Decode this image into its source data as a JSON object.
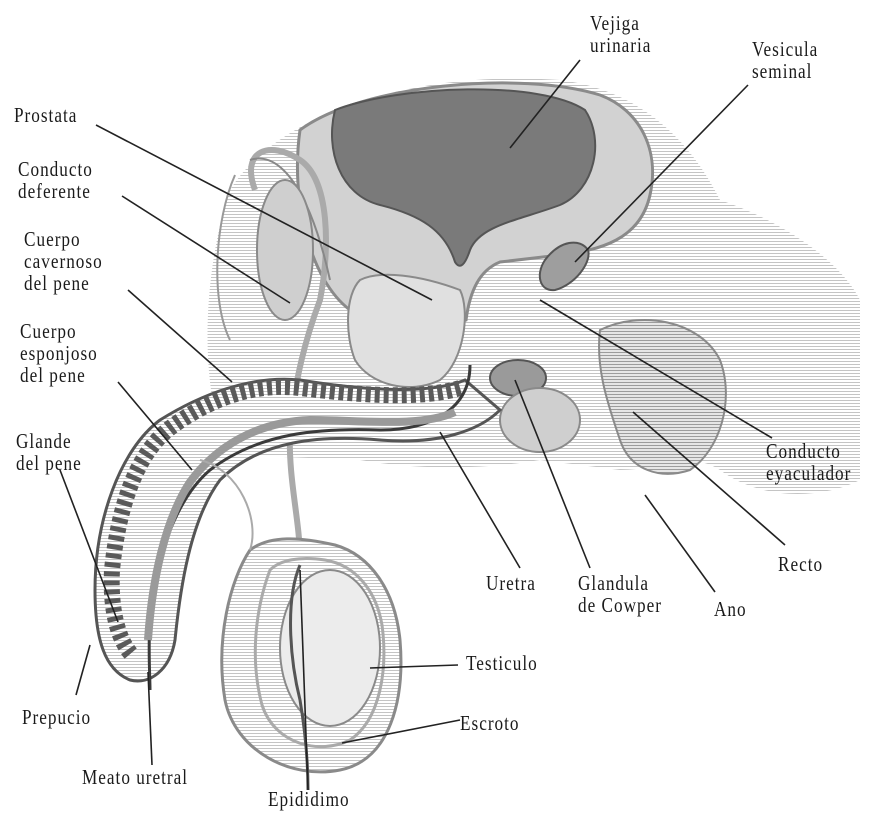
{
  "labels": {
    "vejiga": [
      "Vejiga",
      "urinaria"
    ],
    "vesicula": [
      "Vesicula",
      "seminal"
    ],
    "prostata": [
      "Prostata"
    ],
    "conducto_deferente": [
      "Conducto",
      "deferente"
    ],
    "cuerpo_cavernoso": [
      "Cuerpo",
      "cavernoso",
      "del pene"
    ],
    "cuerpo_esponjoso": [
      "Cuerpo",
      "esponjoso",
      "del pene"
    ],
    "glande": [
      "Glande",
      "del pene"
    ],
    "conducto_eyaculador": [
      "Conducto",
      "eyaculador"
    ],
    "recto": [
      "Recto"
    ],
    "uretra": [
      "Uretra"
    ],
    "glandula_cowper": [
      "Glandula",
      "de Cowper"
    ],
    "ano": [
      "Ano"
    ],
    "testiculo": [
      "Testiculo"
    ],
    "escroto": [
      "Escroto"
    ],
    "prepucio": [
      "Prepucio"
    ],
    "meato_uretral": [
      "Meato uretral"
    ],
    "epididimo": [
      "Epididimo"
    ]
  },
  "colors": {
    "ink": "#1a1a1a",
    "shade_dark": "#6e6e6e",
    "shade_mid": "#a6a6a6",
    "shade_light": "#d4d4d4",
    "hatch": "#bdbdbd"
  }
}
